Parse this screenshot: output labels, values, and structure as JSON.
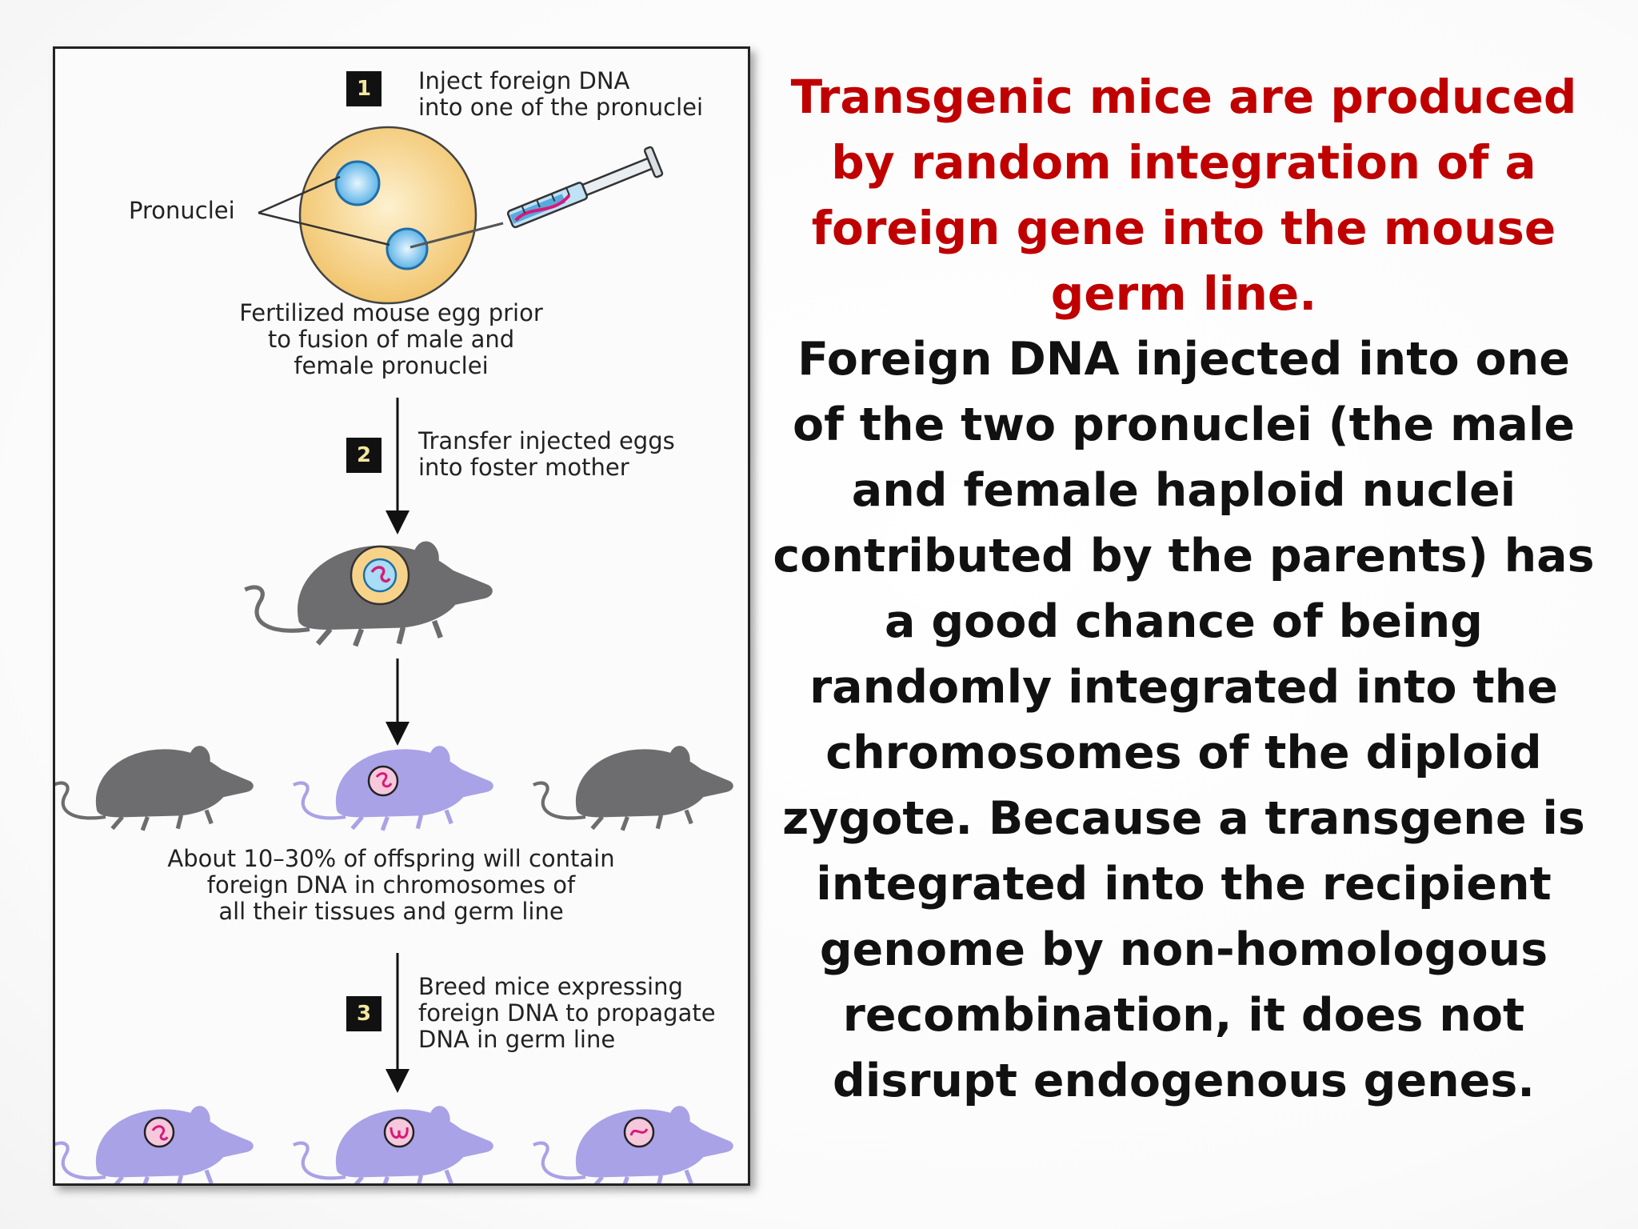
{
  "figure": {
    "steps": [
      {
        "number": "1",
        "text": "Inject foreign DNA\ninto one of the pronuclei"
      },
      {
        "number": "2",
        "text": "Transfer injected eggs\ninto foster mother"
      },
      {
        "number": "3",
        "text": "Breed mice expressing\nforeign DNA to propagate\nDNA in germ line"
      }
    ],
    "pronuclei_label": "Pronuclei",
    "egg_caption": "Fertilized mouse egg prior\nto fusion of male and\nfemale pronuclei",
    "offspring_caption": "About 10–30% of offspring will contain\nforeign DNA in chromosomes of\nall their tissues and germ line"
  },
  "side": {
    "title": "Transgenic mice are produced by random integration of a foreign gene into the mouse germ line.",
    "body": "Foreign DNA injected into one of the two pronuclei (the male and female haploid nuclei contributed by the parents) has a good chance of being randomly integrated into the chromosomes of the diploid zygote. Because a transgene is integrated into the recipient genome by non-homologous recombination, it does not disrupt endogenous genes."
  },
  "colors": {
    "title": "#c00000",
    "body": "#111111",
    "mouse_gray": "#6d6d6f",
    "mouse_transgenic": "#a9a2e6",
    "egg": "#f7d38a",
    "pronucleus": "#7fc6ee",
    "dna": "#d61a7a"
  }
}
